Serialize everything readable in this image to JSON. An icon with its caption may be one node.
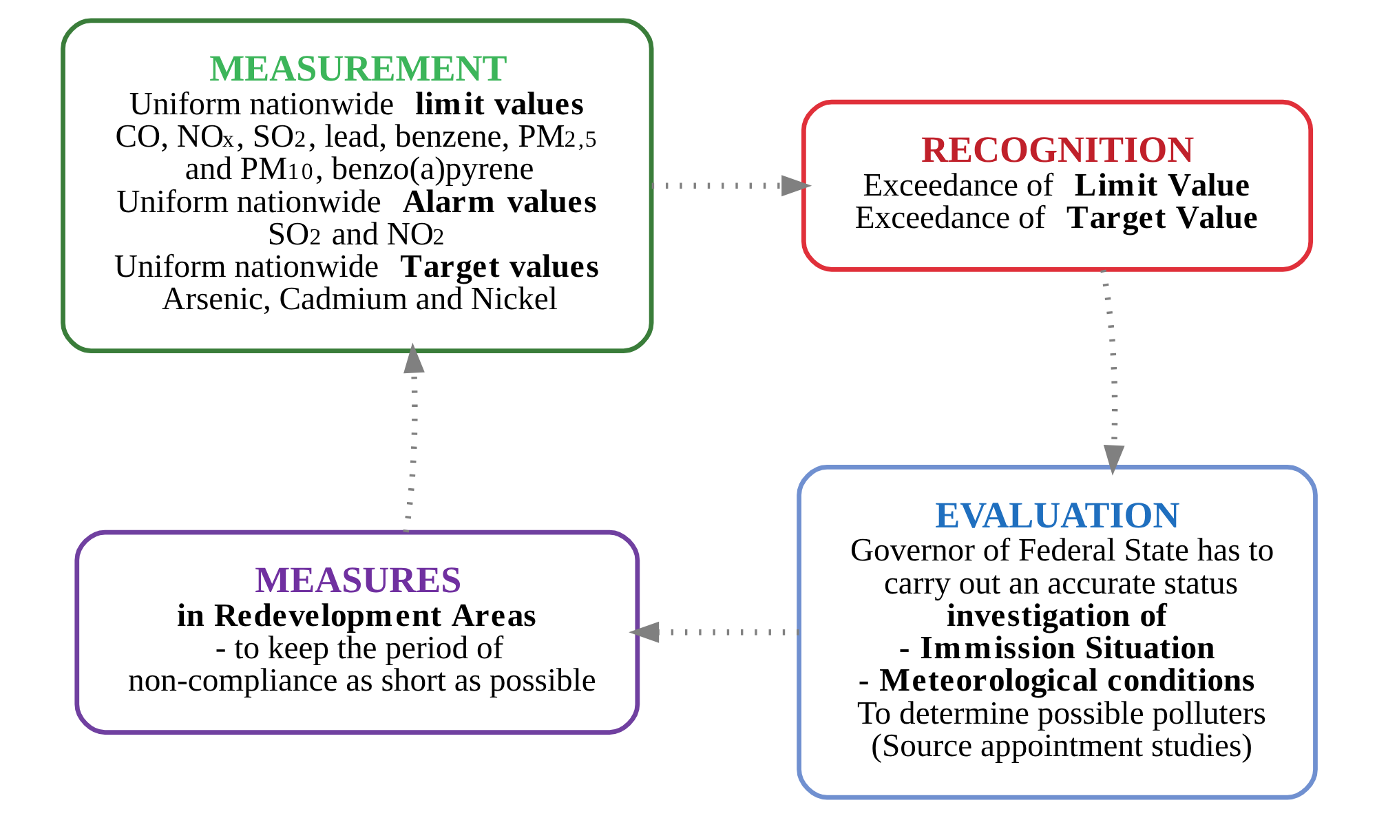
{
  "diagram": {
    "nodes": [
      {
        "text": [
          "MEASUREMENT",
          "Uniform nationwide **limit values** CO, NO$_{x}$, SO$_{2}$, lead, benzene, PM$_{2,5}$ and PM$_{10}$, benzo(a)pyrene",
          "Uniform nationwide **Alarm values** SO$_{2}$ and NO$_{2}$",
          "Uniform nationwide **Target values** Arsenic, Cadmium and Nickel"
        ]
      },
      {
        "text": [
          "RECOGNITION",
          "Exceedance of **Limit Value**",
          "Exceedance of **Target Value**"
        ]
      },
      {
        "text": [
          "EVALUATION",
          "Governor of Federal State has to carry out an accurate status **investigation of**",
          "**- Immission Situation**",
          "**- Meteorological conditions**",
          "To determine possible polluters (Source appointment studies)"
        ]
      },
      {
        "text": [
          "MEASURES",
          "**in Redevelopment Areas**",
          "- to keep the period of non-compliance as short as possible"
        ]
      }
    ],
    "edges": [
      {
        "from": 0,
        "to": 1,
        "arrow": "to",
        "style": "dashed"
      },
      {
        "from": 1,
        "to": 2,
        "arrow": "to",
        "style": "dashed"
      },
      {
        "from": 2,
        "to": 3,
        "arrow": "to",
        "style": "dashed"
      },
      {
        "from": 3,
        "to": 0,
        "arrow": "to",
        "style": "dashed"
      }
    ]
  }
}
